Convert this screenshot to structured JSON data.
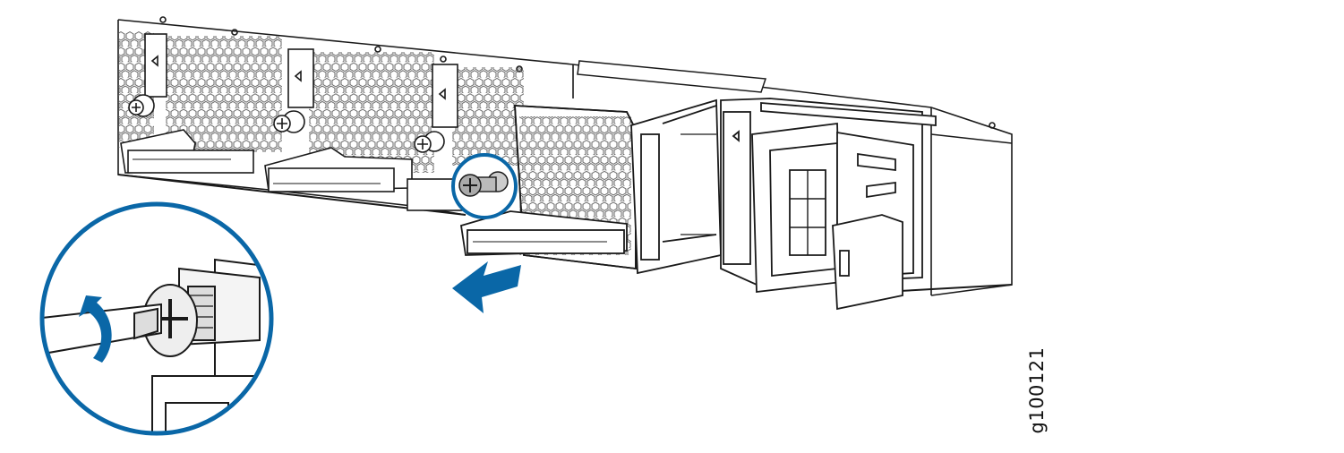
{
  "figure": {
    "id_label": "g100121",
    "accent_color": "#0a67a7",
    "line_color": "#1a1a1a",
    "hex_mesh_color": "#555555"
  },
  "callouts": {
    "detail_magnifier": {
      "subject": "captive-screw"
    },
    "pull_arrow": {
      "direction": "left"
    },
    "rotate_arrow": {
      "direction": "counterclockwise"
    }
  }
}
